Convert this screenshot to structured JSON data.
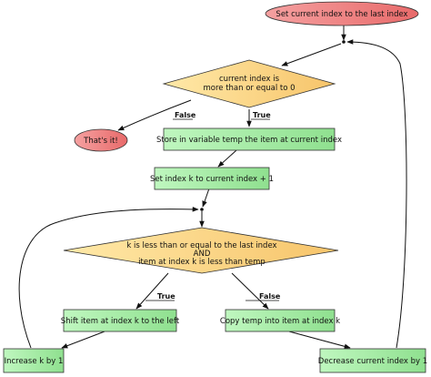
{
  "flowchart": {
    "nodes": {
      "start": "Set current index to the last index",
      "cond_outer": [
        "current index is",
        "more than or equal to 0"
      ],
      "end": "That's it!",
      "store_temp": "Store in variable temp the item at current index",
      "set_k": "Set index k to current index + 1",
      "cond_inner": [
        "k is less than or equal to the last index",
        "AND",
        "item at index k is less than temp"
      ],
      "shift": "Shift item at index k to the left",
      "copy_temp": "Copy temp into item at index k",
      "increase_k": "Increase k by 1",
      "decrease_index": "Decrease current index by 1"
    },
    "edge_labels": {
      "outer_false": "False",
      "outer_true": "True",
      "inner_true": "True",
      "inner_false": "False"
    },
    "colors": {
      "terminal_fill": "#f08080",
      "process_fill": "#a6f0a6",
      "decision_fill": "#ffd98a"
    }
  }
}
